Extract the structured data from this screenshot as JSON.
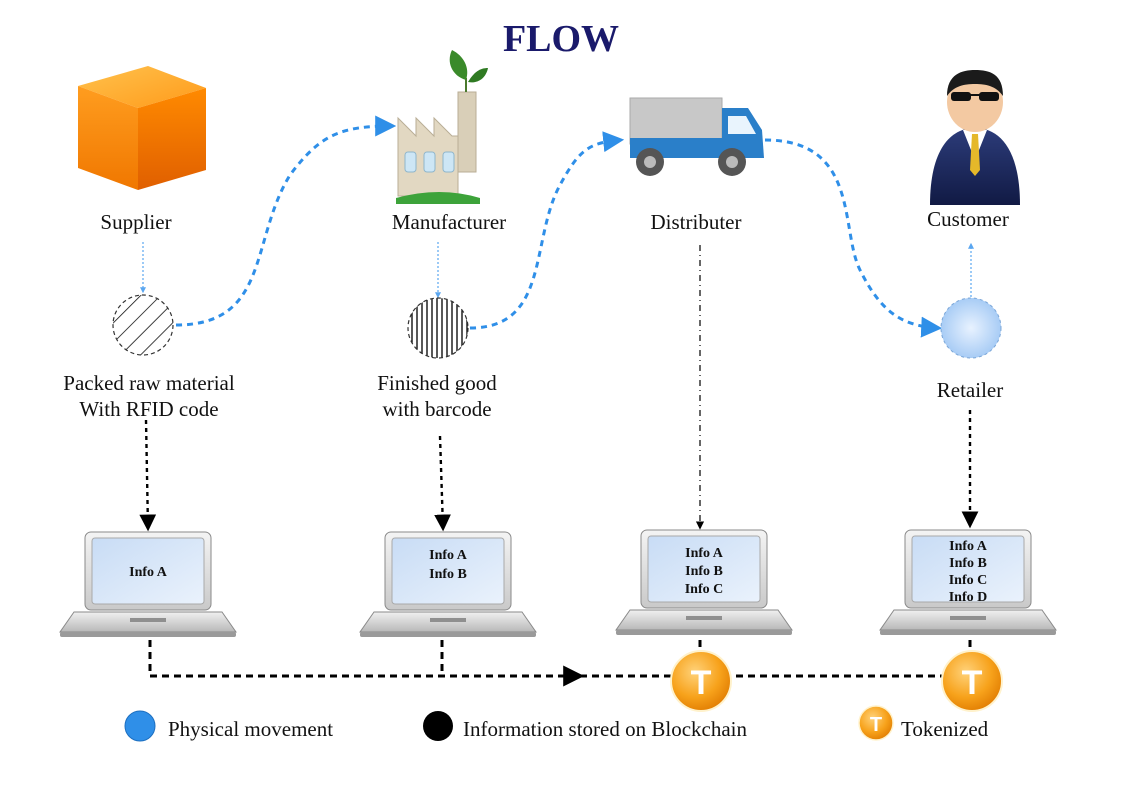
{
  "title": "FLOW",
  "colors": {
    "title": "#1a1a6b",
    "physical": "#2f8fe8",
    "information": "#000000",
    "token": "#f5a623"
  },
  "nodes": {
    "supplier": "Supplier",
    "manufacturer": "Manufacturer",
    "distributer": "Distributer",
    "customer": "Customer",
    "retailer": "Retailer",
    "packed_line1": "Packed raw material",
    "packed_line2": "With RFID code",
    "finished_line1": "Finished good",
    "finished_line2": "with barcode"
  },
  "laptops": {
    "l1": [
      "Info A"
    ],
    "l2": [
      "Info A",
      "Info B"
    ],
    "l3": [
      "Info A",
      "Info B",
      "Info C"
    ],
    "l4": [
      "Info A",
      "Info B",
      "Info C",
      "Info D"
    ]
  },
  "token_symbol": "T",
  "legend": {
    "physical": "Physical movement",
    "information": "Information stored on Blockchain",
    "tokenized": "Tokenized"
  }
}
